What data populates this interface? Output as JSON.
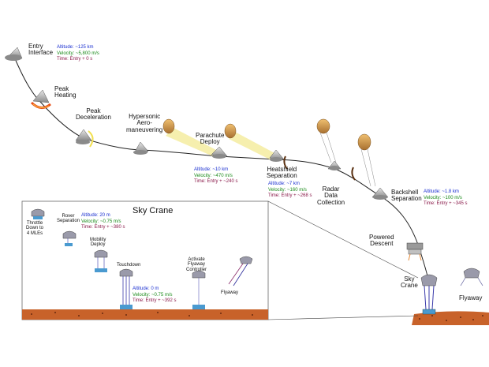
{
  "colors": {
    "alt": "#1a2fd0",
    "vel": "#1a8a1a",
    "time": "#8a1a4a",
    "ground": "#c8622a",
    "capsule": "#9a9a9a",
    "chute": "#e0a850",
    "heat": "#e8501a",
    "cone": "#f4eca0",
    "tether": "#3a3aaa"
  },
  "labels": {
    "entry_interface": [
      "Entry",
      "Interface"
    ],
    "peak_heating": [
      "Peak",
      "Heating"
    ],
    "peak_deceleration": [
      "Peak",
      "Deceleration"
    ],
    "hypersonic": [
      "Hypersonic",
      "Aero-",
      "maneuvering"
    ],
    "parachute_deploy": [
      "Parachute",
      "Deploy"
    ],
    "heatshield_separation": [
      "Heatshield",
      "Separation"
    ],
    "radar_data_collection": [
      "Radar",
      "Data",
      "Collection"
    ],
    "backshell_separation": [
      "Backshell",
      "Separation"
    ],
    "powered_descent": [
      "Powered",
      "Descent"
    ],
    "sky_crane": [
      "Sky",
      "Crane"
    ],
    "flyaway": "Flyaway"
  },
  "info": {
    "entry": {
      "alt": "Altitude: ~125 km",
      "vel": "Velocity: ~5,800 m/s",
      "time": "Time: Entry + 0 s"
    },
    "parachute": {
      "alt": "Altitude: ~10 km",
      "vel": "Velocity: ~470 m/s",
      "time": "Time: Entry + ~240 s"
    },
    "heatshield": {
      "alt": "Altitude: ~7 km",
      "vel": "Velocity: ~160 m/s",
      "time": "Time: Entry + ~268 s"
    },
    "backshell": {
      "alt": "Altitude: ~1.8 km",
      "vel": "Velocity: ~100 m/s",
      "time": "Time: Entry + ~345 s"
    }
  },
  "skycrane_panel": {
    "title": "Sky Crane",
    "throttle": [
      "Throttle",
      "Down to",
      "4 MLEs"
    ],
    "rover_separation": [
      "Rover",
      "Separation"
    ],
    "rover_info": {
      "alt": "Altitude: 20 m",
      "vel": "Velocity: ~0.75 m/s",
      "time": "Time: Entry + ~380 s"
    },
    "mobility_deploy": [
      "Mobility",
      "Deploy"
    ],
    "touchdown": "Touchdown",
    "touchdown_info": {
      "alt": "Altitude: 0 m",
      "vel": "Velocity: ~0.75 m/s",
      "time": "Time: Entry + ~392 s"
    },
    "activate_flyaway": [
      "Activate",
      "Flyaway",
      "Controller"
    ],
    "flyaway": "Flyaway"
  }
}
